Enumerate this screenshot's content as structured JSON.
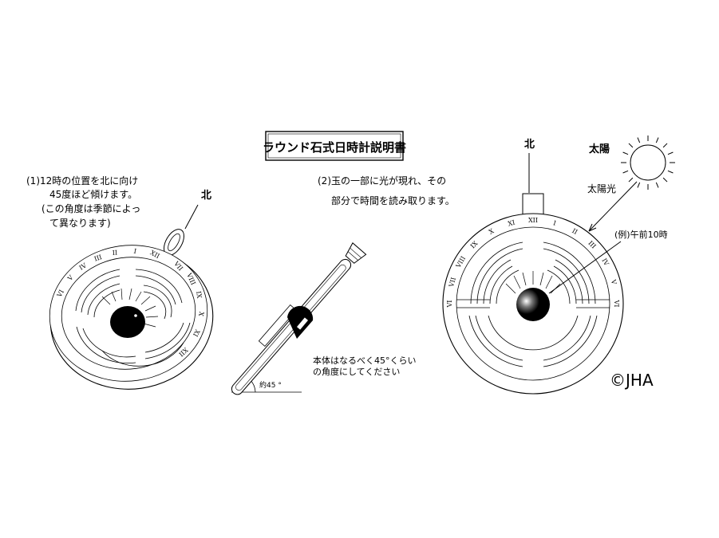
{
  "title": "ラウンド石式日時計説明書",
  "step1": {
    "line1": "(1)12時の位置を北に向け",
    "line2": "45度ほど傾けます。",
    "line3": "(この角度は季節によっ",
    "line4": "て異なります)",
    "north": "北"
  },
  "step2": {
    "line1": "(2)玉の一部に光が現れ、その",
    "line2": "部分で時間を読み取ります。"
  },
  "side": {
    "note_line1": "本体はなるべく45°くらい",
    "note_line2": "の角度にしてください",
    "angle_label": "約45 °"
  },
  "right": {
    "north": "北",
    "sun": "太陽",
    "sunlight": "太陽光",
    "example": "(例)午前10時"
  },
  "copyright": "©JHA",
  "numerals_left": [
    "XII",
    "I",
    "II",
    "III",
    "IV",
    "V",
    "VI",
    "VII",
    "VIII",
    "IX",
    "X",
    "XI",
    "XII"
  ],
  "numerals_right": [
    "VI",
    "VII",
    "VIII",
    "IX",
    "X",
    "XI",
    "XII",
    "I",
    "II",
    "III",
    "IV",
    "V",
    "VI"
  ]
}
